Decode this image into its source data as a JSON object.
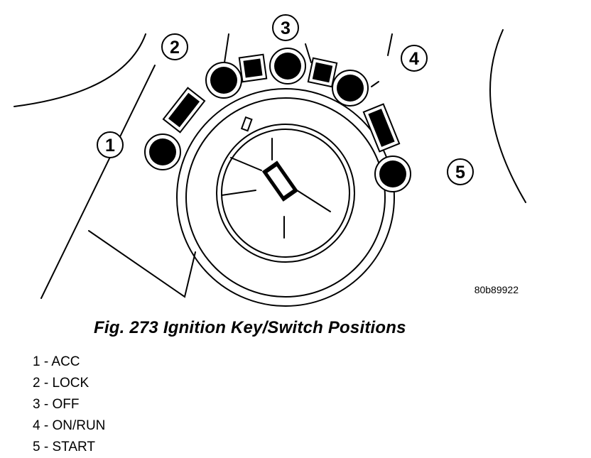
{
  "figure": {
    "drawing_code": "80b89922",
    "caption": "Fig. 273 Ignition Key/Switch Positions"
  },
  "callouts": [
    "1",
    "2",
    "3",
    "4",
    "5"
  ],
  "legend": [
    "1 - ACC",
    "2 - LOCK",
    "3 - OFF",
    "4 - ON/RUN",
    "5 - START"
  ]
}
